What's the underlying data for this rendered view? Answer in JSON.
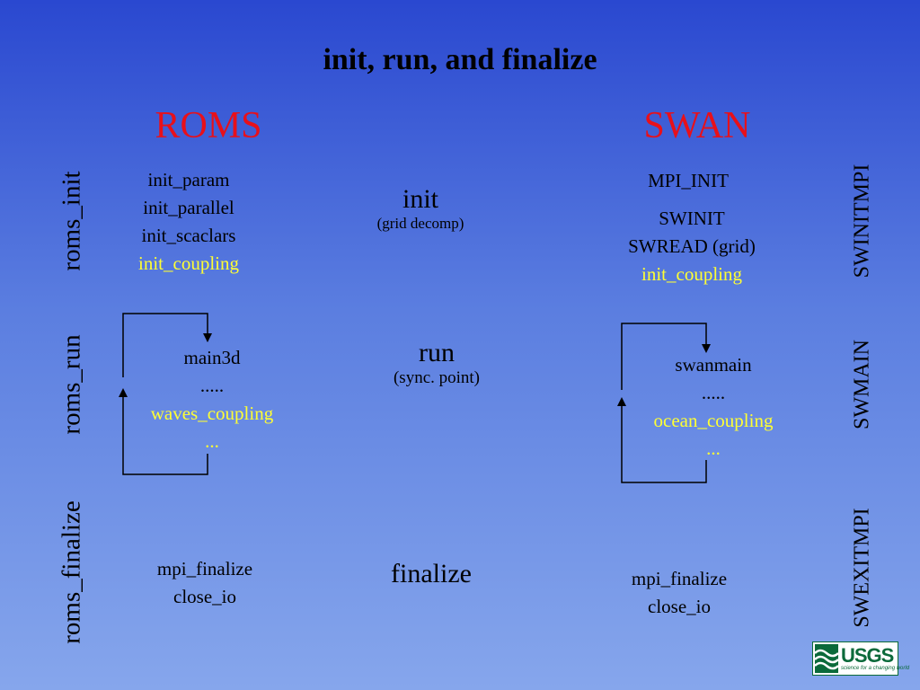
{
  "title": "init, run, and finalize",
  "roms": {
    "heading": "ROMS",
    "init_lines": [
      "init_param",
      "init_parallel",
      "init_scaclars"
    ],
    "init_coupling": "init_coupling",
    "run_lines": [
      "main3d",
      "....."
    ],
    "run_coupling": "waves_coupling",
    "run_dots": "...",
    "finalize_lines": [
      "mpi_finalize",
      "close_io"
    ]
  },
  "swan": {
    "heading": "SWAN",
    "mpi_init": "MPI_INIT",
    "init_lines": [
      "SWINIT",
      "SWREAD (grid)"
    ],
    "init_coupling": "init_coupling",
    "run_lines": [
      "swanmain",
      "....."
    ],
    "run_coupling": "ocean_coupling",
    "run_dots": "...",
    "finalize_lines": [
      "mpi_finalize",
      "close_io"
    ]
  },
  "middle": {
    "init": "init",
    "init_note": "(grid decomp)",
    "run": "run",
    "run_note": "(sync. point)",
    "finalize": "finalize"
  },
  "left_labels": {
    "init": "roms_init",
    "run": "roms_run",
    "finalize": "roms_finalize"
  },
  "right_labels": {
    "init": "SWINITMPI",
    "run": "SWMAIN",
    "finalize": "SWEXITMPI"
  },
  "logo": {
    "word": "USGS",
    "tagline": "science for a changing world"
  },
  "colors": {
    "heading": "#e8101a",
    "coupling": "#ffff33",
    "logo_green": "#0b6a3a"
  }
}
